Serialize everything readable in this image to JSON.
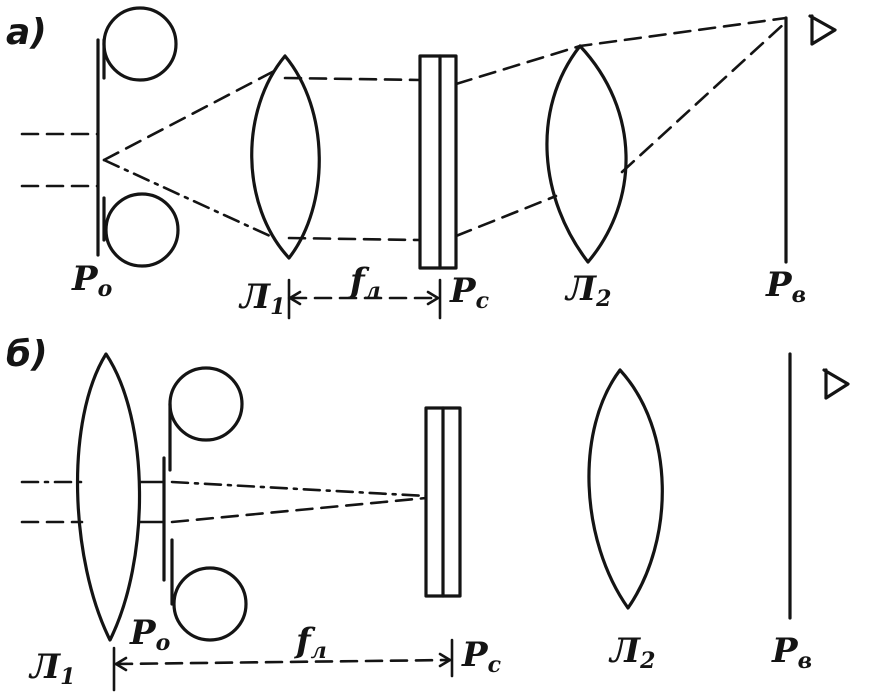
{
  "panel_a": {
    "label": "a)",
    "plane_object": {
      "main": "P",
      "sub": "o"
    },
    "lens_1": {
      "main": "Л",
      "sub": "1"
    },
    "focal": {
      "main": "f",
      "sub": "л"
    },
    "plane_carrier": {
      "main": "P",
      "sub": "c"
    },
    "lens_2": {
      "main": "Л",
      "sub": "2"
    },
    "plane_image": {
      "main": "P",
      "sub": "в"
    }
  },
  "panel_b": {
    "label": "б)",
    "lens_1": {
      "main": "Л",
      "sub": "1"
    },
    "plane_object": {
      "main": "P",
      "sub": "o"
    },
    "focal": {
      "main": "f",
      "sub": "л"
    },
    "plane_carrier": {
      "main": "P",
      "sub": "c"
    },
    "lens_2": {
      "main": "Л",
      "sub": "2"
    },
    "plane_image": {
      "main": "P",
      "sub": "в"
    }
  },
  "icons": [
    "eye-icon"
  ]
}
